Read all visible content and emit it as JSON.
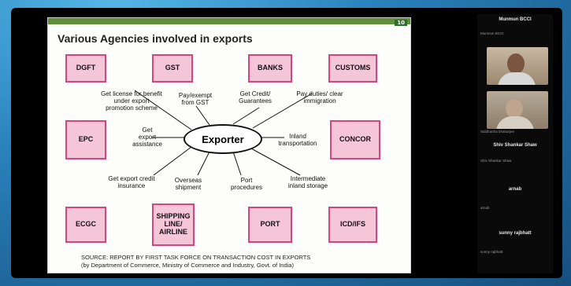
{
  "slide": {
    "number": "10",
    "title": "Various Agencies involved in exports",
    "center": "Exporter",
    "agencies": {
      "dgft": "DGFT",
      "gst": "GST",
      "banks": "BANKS",
      "customs": "CUSTOMS",
      "epc": "EPC",
      "concor": "CONCOR",
      "ecgc": "ECGC",
      "shipping": "SHIPPING LINE/ AIRLINE",
      "port": "PORT",
      "icd": "ICD/IFS"
    },
    "labels": {
      "dgft": "Get license for benefit\nunder export\npromotion scheme",
      "gst": "Pay/exempt\nfrom GST",
      "banks": "Get Credit/\nGuarantees",
      "customs": "Pay duties/ clear\nimmigration",
      "epc": "Get\nexport\nassistance",
      "concor": "Inland\ntransportation",
      "ecgc": "Get export credit\ninsurance",
      "shipping": "Overseas\nshipment",
      "port": "Port\nprocedures",
      "icd": "Intermediate\ninland storage"
    },
    "source_line1": "SOURCE: REPORT BY FIRST TASK FORCE ON  TRANSACTION COST IN EXPORTS",
    "source_line2": "(by Department of Commerce, Ministry of Commerce and Industry, Govt. of India)"
  },
  "participants": {
    "header": "Munmun BCCI",
    "p1_small": "Munmun BCCI",
    "p2_small": "Siddhartha bhaharjee",
    "p3": "Shiv Shankar Shaw",
    "p3_small": "Shiv Shankar Shaw",
    "p4": "arnab",
    "p4_small": "arnab",
    "p5": "sunny rajbhatt",
    "p5_small": "sunny rajbhatt"
  }
}
